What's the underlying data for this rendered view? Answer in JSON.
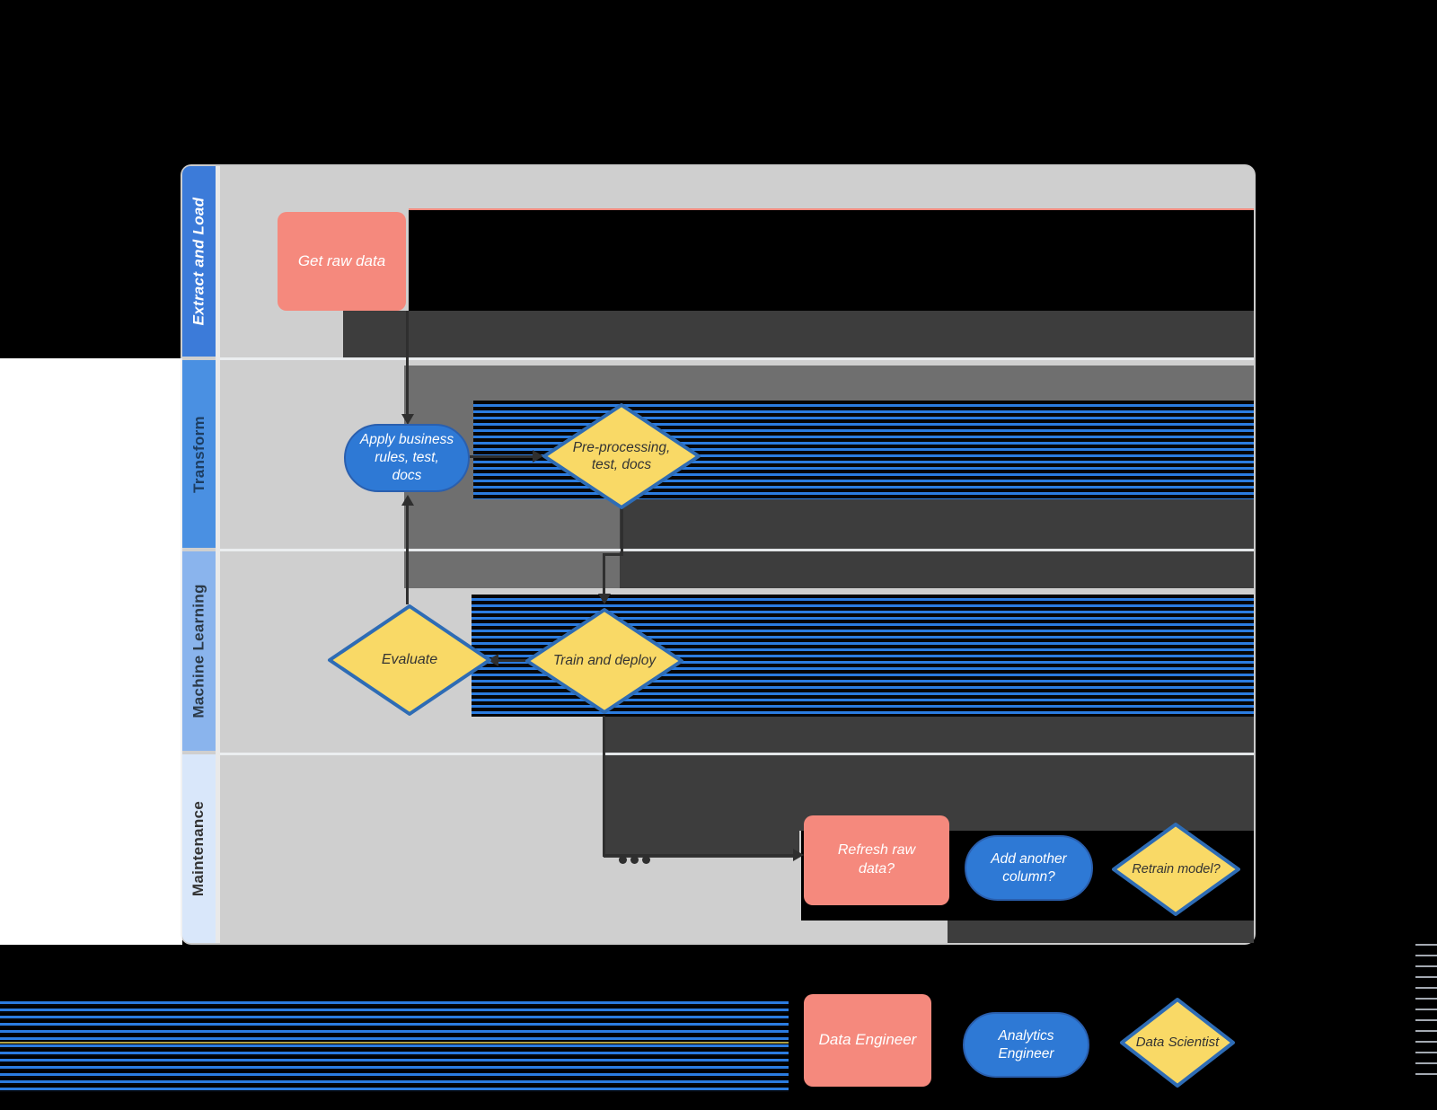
{
  "lanes": [
    {
      "label": "Extract and Load"
    },
    {
      "label": "Transform"
    },
    {
      "label": "Machine Learning"
    },
    {
      "label": "Maintenance"
    }
  ],
  "nodes": {
    "get_raw_data": {
      "label": "Get raw data",
      "shape": "rectangle"
    },
    "apply_business_rules": {
      "label": "Apply business rules, test, docs",
      "shape": "stadium"
    },
    "preprocessing": {
      "label": "Pre-processing, test, docs",
      "shape": "diamond"
    },
    "evaluate": {
      "label": "Evaluate",
      "shape": "diamond"
    },
    "train_and_deploy": {
      "label": "Train and deploy",
      "shape": "diamond"
    },
    "refresh_raw_data": {
      "label": "Refresh raw data?",
      "shape": "rectangle"
    },
    "add_another_column": {
      "label": "Add another column?",
      "shape": "stadium"
    },
    "retrain_model": {
      "label": "Retrain model?",
      "shape": "diamond"
    }
  },
  "legend": {
    "data_engineer": {
      "label": "Data Engineer",
      "shape": "rectangle"
    },
    "analytics_engineer": {
      "label": "Analytics Engineer",
      "shape": "stadium"
    },
    "data_scientist": {
      "label": "Data Scientist",
      "shape": "diamond"
    }
  },
  "colors": {
    "process_fill": "#f5897d",
    "terminator_fill": "#2e79d5",
    "terminator_border": "#2a5fae",
    "decision_fill": "#f9d966",
    "decision_border": "#2e6cb5",
    "lane_header_1": "#3c7bd9",
    "lane_header_2": "#4a90e2",
    "lane_header_3": "#8ab4ed",
    "lane_header_4": "#d9e7fa",
    "lane_background": "#cfcfcf",
    "region_medium_gray": "#6f6f6f",
    "region_dark_gray": "#3d3d3d",
    "scanline_blue": "#2b7ce0",
    "connector": "#2f2f2f"
  }
}
